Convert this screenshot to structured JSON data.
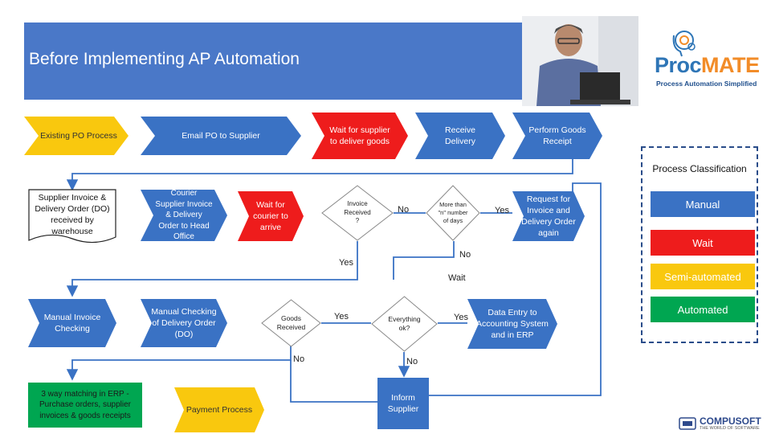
{
  "header": {
    "title": "Before Implementing AP Automation"
  },
  "brand": {
    "procmate_name_part1": "Proc",
    "procmate_name_part2": "MATE",
    "procmate_tagline": "Process Automation Simplified",
    "compusoft_name": "COMPUSOFT",
    "compusoft_tagline": "THE WORLD OF SOFTWARE"
  },
  "nodes": {
    "existing_po": "Existing PO Process",
    "email_po": "Email PO to Supplier",
    "wait_supplier": "Wait for supplier to deliver goods",
    "receive_delivery": "Receive Delivery",
    "perform_goods_receipt": "Perform Goods Receipt",
    "supplier_invoice_received": "Supplier Invoice & Delivery Order (DO) received by warehouse",
    "courier_supplier_invoice": "Courier Supplier Invoice & Delivery Order to Head Office",
    "wait_courier": "Wait for courier to arrive",
    "invoice_received_decision": "Invoice Received ?",
    "more_than_n_days": "More than \"n\" number of days",
    "request_invoice_again": "Request for Invoice and Delivery Order again",
    "manual_invoice_checking": "Manual Invoice Checking",
    "manual_checking_do": "Manual Checking of Delivery Order (DO)",
    "goods_received_decision": "Goods Received",
    "everything_ok_decision": "Everything ok?",
    "data_entry_erp": "Data Entry to Accounting System and in ERP",
    "three_way_matching": "3 way matching in ERP - Purchase orders, supplier invoices & goods receipts",
    "payment_process": "Payment Process",
    "inform_supplier": "Inform Supplier"
  },
  "edge_labels": {
    "no_invoice": "No",
    "yes_more_days": "Yes",
    "no_more_days": "No",
    "yes_invoice": "Yes",
    "wait": "Wait",
    "yes_goods": "Yes",
    "yes_everything": "Yes",
    "no_goods": "No",
    "no_everything": "No"
  },
  "legend": {
    "title": "Process Classification",
    "items": [
      {
        "label": "Manual",
        "color": "#3a72c4"
      },
      {
        "label": "Wait",
        "color": "#ee1c1c"
      },
      {
        "label": "Semi-automated",
        "color": "#f9c80e"
      },
      {
        "label": "Automated",
        "color": "#00a651"
      }
    ]
  },
  "colors": {
    "manual": "#3a72c4",
    "wait": "#ee1c1c",
    "semi_automated": "#f9c80e",
    "automated": "#00a651",
    "connector": "#3a72c4"
  }
}
